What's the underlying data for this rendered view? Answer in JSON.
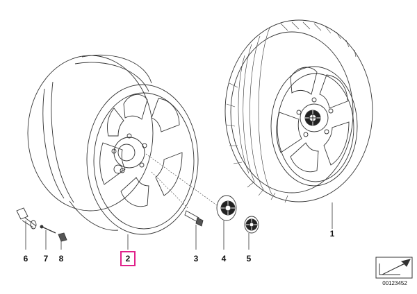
{
  "diagram": {
    "callouts": [
      {
        "id": "6",
        "label": "6"
      },
      {
        "id": "7",
        "label": "7"
      },
      {
        "id": "8",
        "label": "8"
      },
      {
        "id": "2",
        "label": "2",
        "highlighted": true
      },
      {
        "id": "3",
        "label": "3"
      },
      {
        "id": "4",
        "label": "4"
      },
      {
        "id": "5",
        "label": "5"
      },
      {
        "id": "1",
        "label": "1"
      }
    ],
    "highlight_color": "#e0218a",
    "document_number": "00123452",
    "corner_icon": "arrow-to-corner-icon"
  }
}
